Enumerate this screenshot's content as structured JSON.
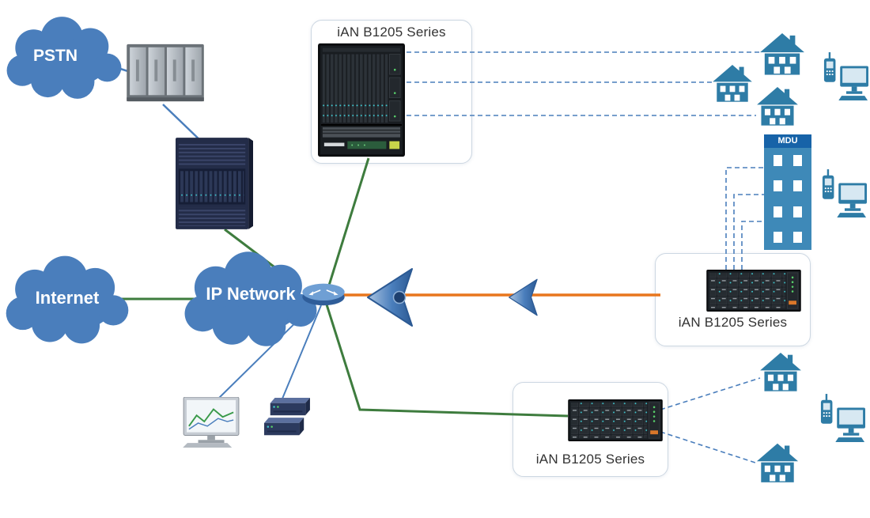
{
  "clouds": {
    "pstn": {
      "label": "PSTN"
    },
    "internet": {
      "label": "Internet"
    },
    "ip_network": {
      "label": "IP Network"
    }
  },
  "devices": {
    "top_olt": {
      "label": "iAN B1205 Series"
    },
    "right_olt": {
      "label": "iAN B1205 Series"
    },
    "bottom_olt": {
      "label": "iAN B1205 Series"
    }
  },
  "building": {
    "label": "MDU"
  },
  "colors": {
    "cloud_blue": "#4a7ebc",
    "line_green": "#3e7c3e",
    "line_orange": "#e8761d",
    "line_blue": "#4a7ebc",
    "dashed_blue": "#4a7ebc",
    "house_blue": "#2e7ca6",
    "mdu_body_blue": "#3e89b8",
    "mdu_header_blue": "#1763a8"
  },
  "icons": {
    "clouds": "cloud-icon",
    "gateway_cabinet": "pstn-gateway-cabinet-icon",
    "softswitch": "softswitch-chassis-icon",
    "router": "router-icon",
    "splitters": "optical-splitter-icon",
    "olt_racks": "olt-rack-icon",
    "houses": "house-icon",
    "subscriber_terminals": "phone-and-monitor-icon",
    "mdu": "mdu-building-icon",
    "management_pc": "management-monitor-icon",
    "servers": "server-stack-icon"
  }
}
